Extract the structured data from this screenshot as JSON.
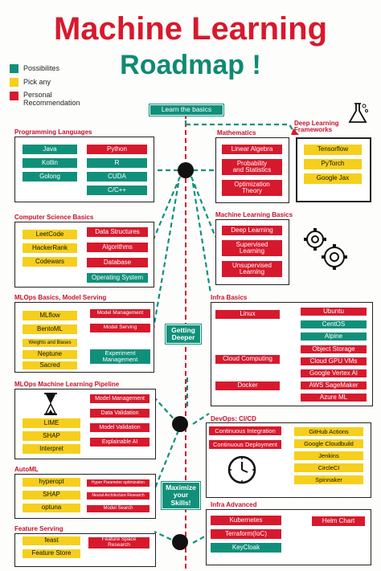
{
  "title": {
    "line1": "Machine Learning",
    "line2": "Roadmap !"
  },
  "legend": [
    {
      "label": "Possibilites",
      "color": "#10907a"
    },
    {
      "label": "Pick any",
      "color": "#f6cf1d"
    },
    {
      "label": "Personal\nRecommendation",
      "color": "#d7192d"
    }
  ],
  "stages": {
    "start": "Learn the basics",
    "deeper": "Getting\nDeeper",
    "maximize": "Maximize\nyour\nSkills!"
  },
  "sections": {
    "programming": {
      "title": "Programming Languages",
      "items": [
        "Java",
        "Python",
        "Kotlin",
        "R",
        "Golong",
        "CUDA",
        "C/C++"
      ]
    },
    "math": {
      "title": "Mathematics",
      "items": [
        "Linear Algebra",
        "Probability\nand Statistics",
        "Optimization\nTheory"
      ]
    },
    "dlframeworks": {
      "title": "Deep Learning\nFrameworks",
      "items": [
        "Tensorflow",
        "PyTorch",
        "Google Jax"
      ]
    },
    "csbasics": {
      "title": "Computer Science Basics",
      "items": [
        "LeetCode",
        "HackerRank",
        "Codewars",
        "Data Structures",
        "Algorithms",
        "Database",
        "Operating System"
      ]
    },
    "mlbasics": {
      "title": "Machine Learning Basics",
      "items": [
        "Deep Learning",
        "Supervised\nLearning",
        "Unsupervised\nLearning"
      ]
    },
    "mlops": {
      "title": "MLOps Basics, Model Serving",
      "items": [
        "MLflow",
        "BentoML",
        "Weights and Biases",
        "Neptune",
        "Sacred",
        "Model Management",
        "Model Serving",
        "Experiment\nManagement"
      ]
    },
    "infra": {
      "title": "Infra Basics",
      "items": [
        "Linux",
        "Cloud Computing",
        "Docker",
        "Ubuntu",
        "CentOS",
        "Alpine",
        "Object Storage",
        "Cloud GPU VMs",
        "Google Vertex AI",
        "AWS SageMaker",
        "Azure ML"
      ]
    },
    "pipeline": {
      "title": "MLOps Machine Learning Pipeline",
      "items": [
        "LIME",
        "SHAP",
        "Interpret",
        "Model Management",
        "Data Validation",
        "Model Validation",
        "Explainable AI"
      ]
    },
    "devops": {
      "title": "DevOps: CI/CD",
      "items": [
        "Continuous Integration",
        "Continuous Deployment",
        "GitHub Actions",
        "Google Cloudbuild",
        "Jenkins",
        "CircleCI",
        "Spinnaker"
      ]
    },
    "automl": {
      "title": "AutoML",
      "items": [
        "hyperopt",
        "SHAP",
        "optuna",
        "Hyper Parameter optimization",
        "Neural Architecture Research",
        "Model Search"
      ]
    },
    "infraadv": {
      "title": "Infra Advanced",
      "items": [
        "Kubernetes",
        "Terraform(IoC)",
        "KeyCloak",
        "Helm Chart"
      ]
    },
    "feature": {
      "title": "Feature Serving",
      "items": [
        "feast",
        "Feature Store",
        "Feature Space\nResearch"
      ]
    }
  },
  "colors": {
    "red": "#d7192d",
    "green": "#10907a",
    "yellow": "#f6cf1d",
    "dash_red": "#d7192d",
    "dash_green": "#10907a"
  },
  "icons": [
    "flask-icon",
    "gears-icon",
    "hourglass-icon",
    "clock-icon"
  ]
}
